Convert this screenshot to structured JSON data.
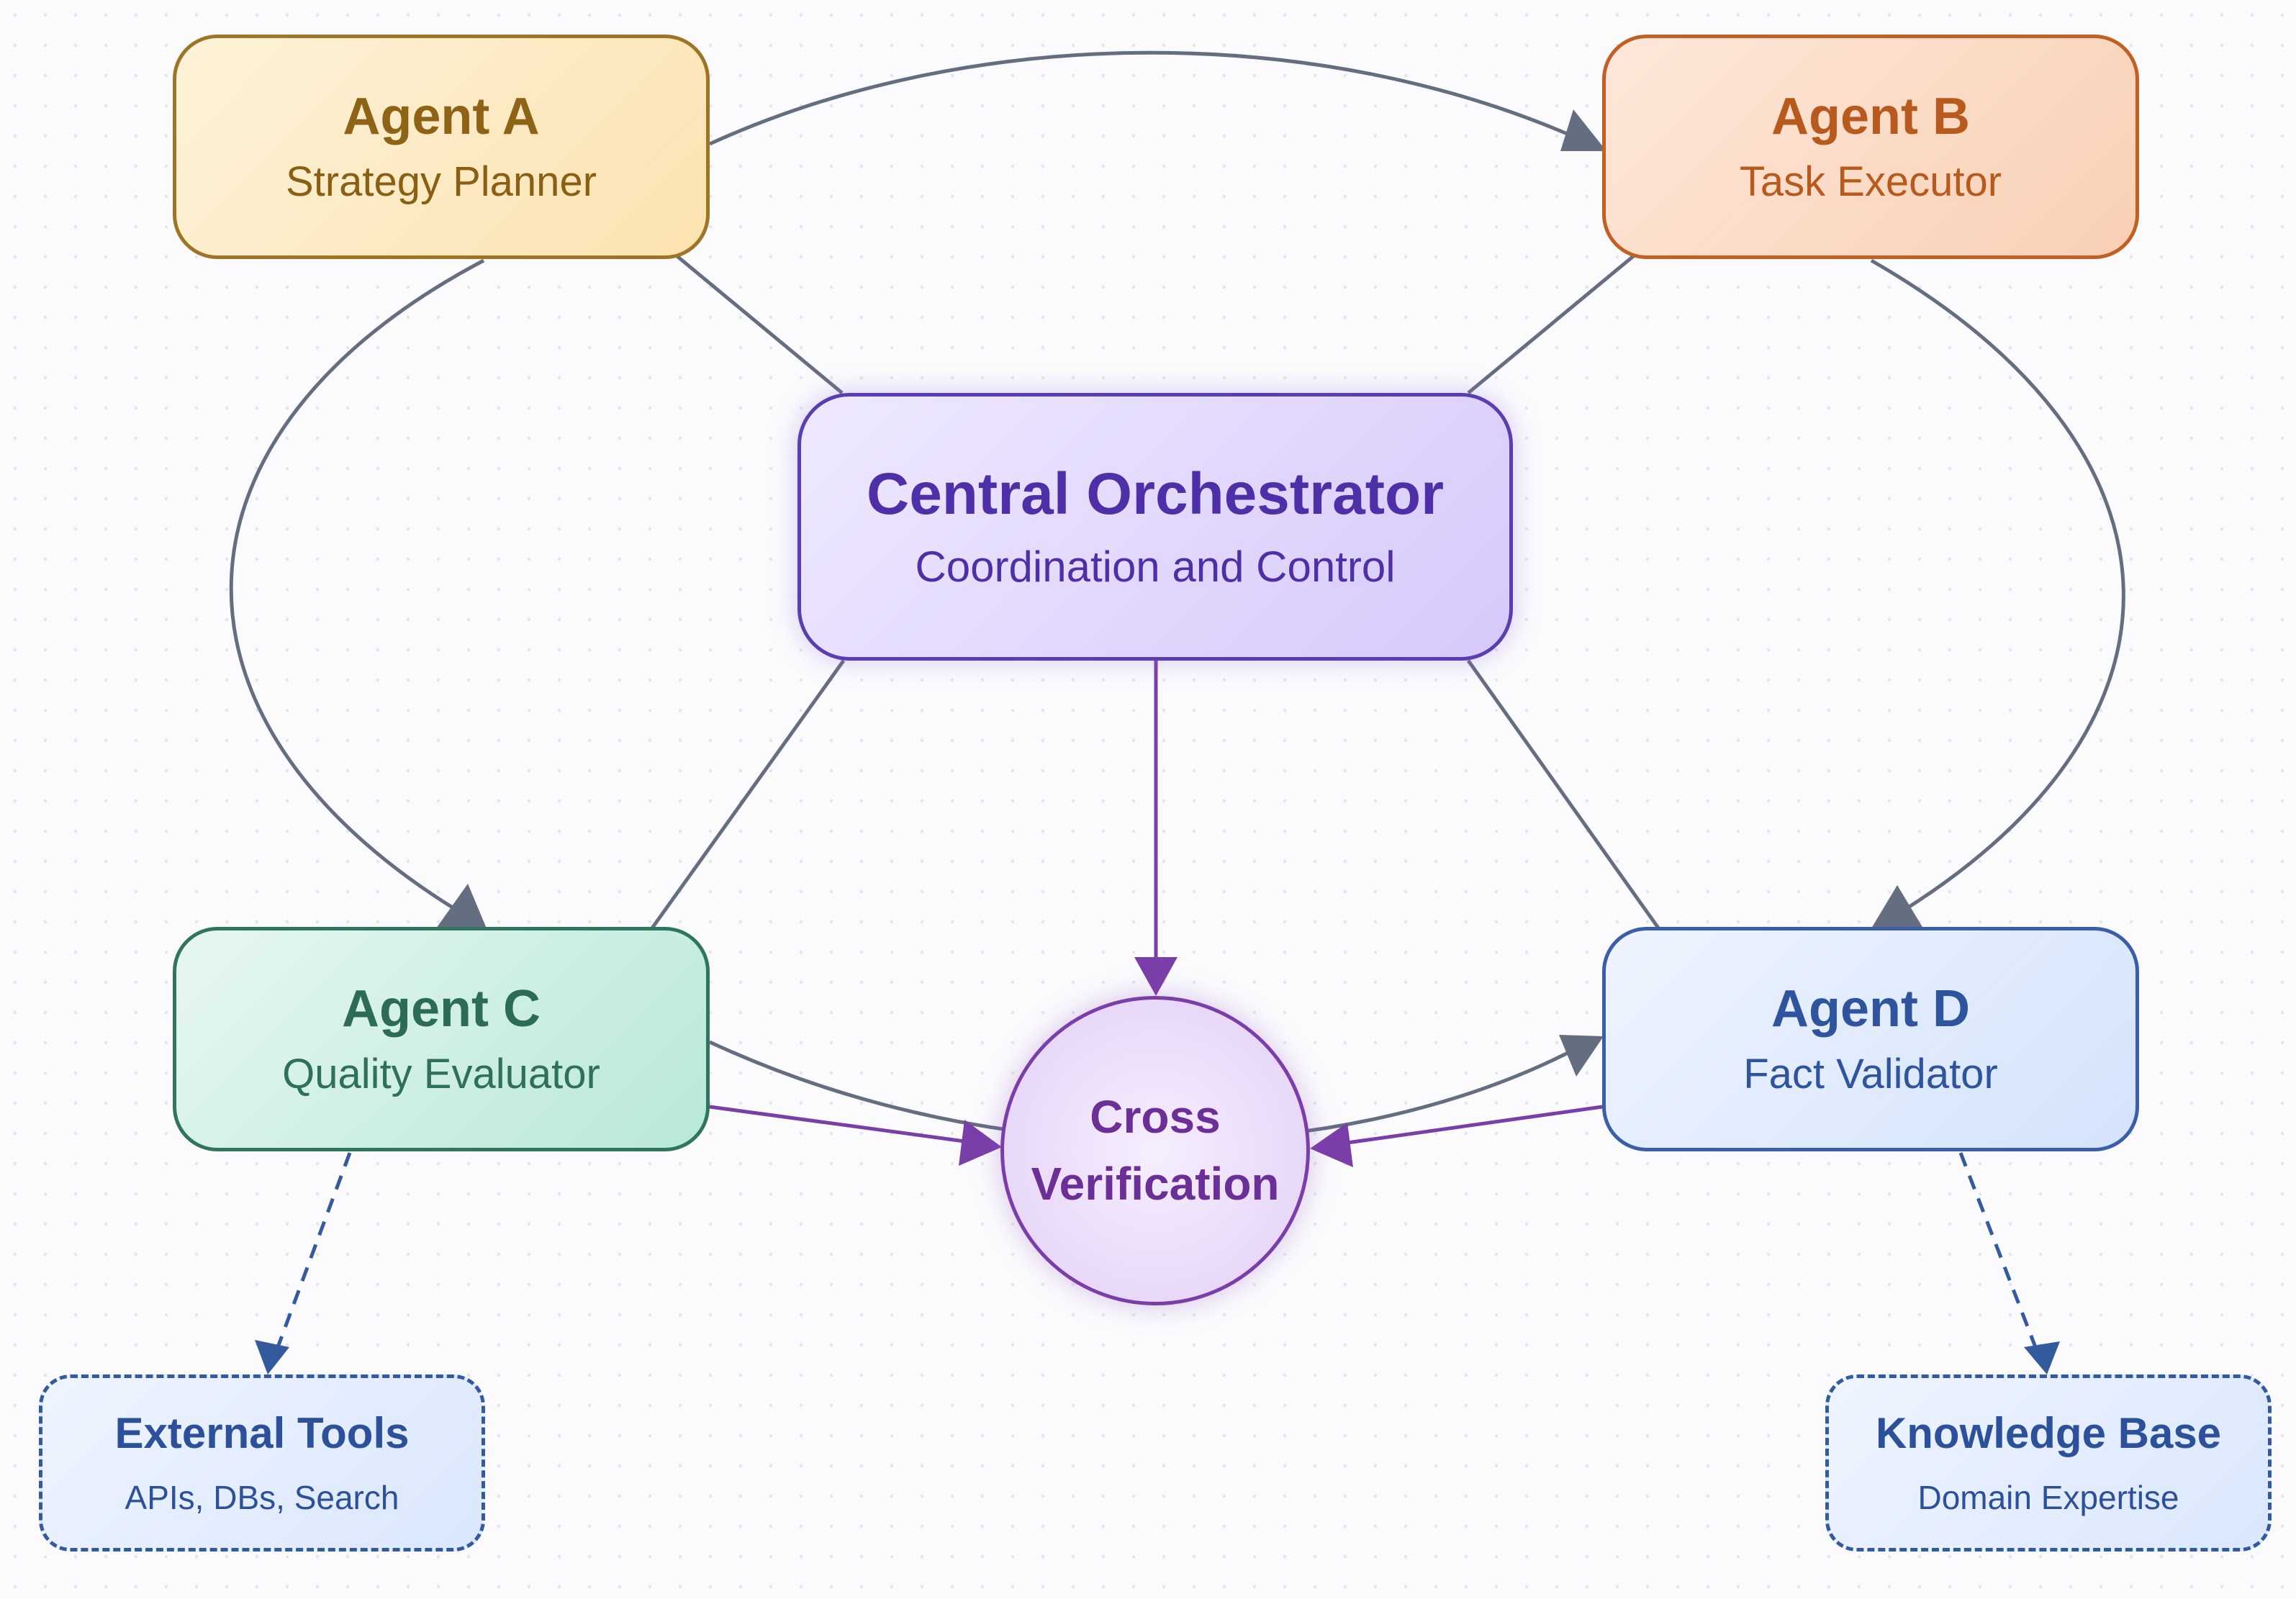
{
  "nodes": {
    "agent_a": {
      "title": "Agent A",
      "subtitle": "Strategy Planner"
    },
    "agent_b": {
      "title": "Agent B",
      "subtitle": "Task Executor"
    },
    "agent_c": {
      "title": "Agent C",
      "subtitle": "Quality Evaluator"
    },
    "agent_d": {
      "title": "Agent D",
      "subtitle": "Fact Validator"
    },
    "orchestrator": {
      "title": "Central Orchestrator",
      "subtitle": "Coordination and Control"
    },
    "cross_verification": {
      "line1": "Cross",
      "line2": "Verification"
    },
    "external_tools": {
      "title": "External Tools",
      "subtitle": "APIs, DBs, Search"
    },
    "knowledge_base": {
      "title": "Knowledge Base",
      "subtitle": "Domain Expertise"
    }
  },
  "edges": [
    {
      "from": "Agent A",
      "to": "Agent B",
      "style": "solid",
      "color": "#656e80"
    },
    {
      "from": "Agent A",
      "to": "Agent C",
      "style": "solid",
      "color": "#656e80"
    },
    {
      "from": "Agent B",
      "to": "Agent D",
      "style": "solid",
      "color": "#656e80"
    },
    {
      "from": "Central Orchestrator",
      "to": "Agent A",
      "style": "solid",
      "color": "#656e80"
    },
    {
      "from": "Central Orchestrator",
      "to": "Agent B",
      "style": "solid",
      "color": "#656e80"
    },
    {
      "from": "Central Orchestrator",
      "to": "Agent C",
      "style": "solid",
      "color": "#656e80"
    },
    {
      "from": "Central Orchestrator",
      "to": "Agent D",
      "style": "solid",
      "color": "#656e80"
    },
    {
      "from": "Agent C",
      "to": "Agent D",
      "style": "solid",
      "color": "#656e80"
    },
    {
      "from": "Central Orchestrator",
      "to": "Cross Verification",
      "style": "solid",
      "color": "#7a3ea8"
    },
    {
      "from": "Agent C",
      "to": "Cross Verification",
      "style": "solid",
      "color": "#7a3ea8"
    },
    {
      "from": "Agent D",
      "to": "Cross Verification",
      "style": "solid",
      "color": "#7a3ea8"
    },
    {
      "from": "Agent C",
      "to": "External Tools",
      "style": "dashed",
      "color": "#345a9e"
    },
    {
      "from": "Agent D",
      "to": "Knowledge Base",
      "style": "dashed",
      "color": "#345a9e"
    }
  ]
}
